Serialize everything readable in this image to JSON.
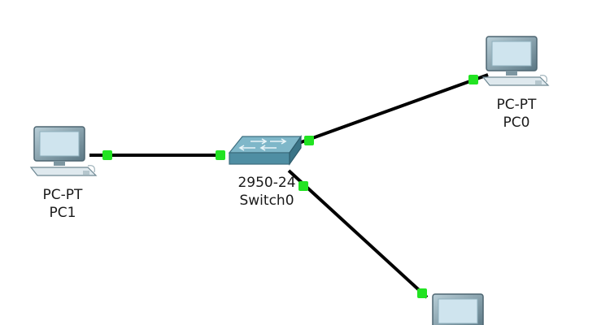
{
  "topology": {
    "devices": [
      {
        "id": "pc0",
        "model": "PC-PT",
        "name": "PC0",
        "icon": "pc-icon"
      },
      {
        "id": "pc1",
        "model": "PC-PT",
        "name": "PC1",
        "icon": "pc-icon"
      },
      {
        "id": "switch0",
        "model": "2950-24",
        "name": "Switch0",
        "icon": "switch-icon"
      },
      {
        "id": "pc2",
        "model": "",
        "name": "",
        "icon": "pc-icon"
      }
    ],
    "links": [
      {
        "from": "pc1",
        "to": "switch0",
        "status": "up"
      },
      {
        "from": "switch0",
        "to": "pc0",
        "status": "up"
      },
      {
        "from": "switch0",
        "to": "pc2",
        "status": "up"
      }
    ],
    "colors": {
      "link": "#000000",
      "port_up": "#22e322",
      "switch_body": "#5a9bb0",
      "pc_screen": "#cfe4ee",
      "pc_frame": "#6d8792"
    }
  }
}
